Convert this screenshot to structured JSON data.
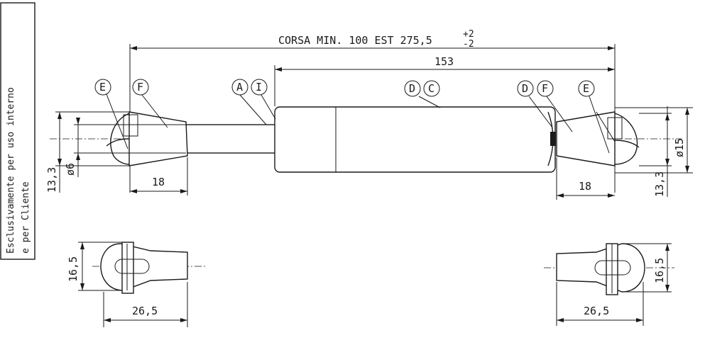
{
  "side_note": {
    "line1": "Esclusivamente per uso interno",
    "line2": "e per Cliente"
  },
  "dimensions": {
    "stroke": "CORSA MIN. 100 EST 275,5",
    "tol_plus": "+2",
    "tol_minus": "-2",
    "body_length": "153",
    "left_eye_length": "18",
    "right_eye_length": "18",
    "left_height": "13,3",
    "right_height": "13,3",
    "rod_diameter": "ø6",
    "body_diameter": "ø15",
    "left_bottom_height": "16,5",
    "left_bottom_width": "26,5",
    "right_bottom_height": "16,5",
    "right_bottom_width": "26,5"
  },
  "callouts": [
    "E",
    "F",
    "A",
    "I",
    "D",
    "C",
    "D",
    "F",
    "E"
  ]
}
